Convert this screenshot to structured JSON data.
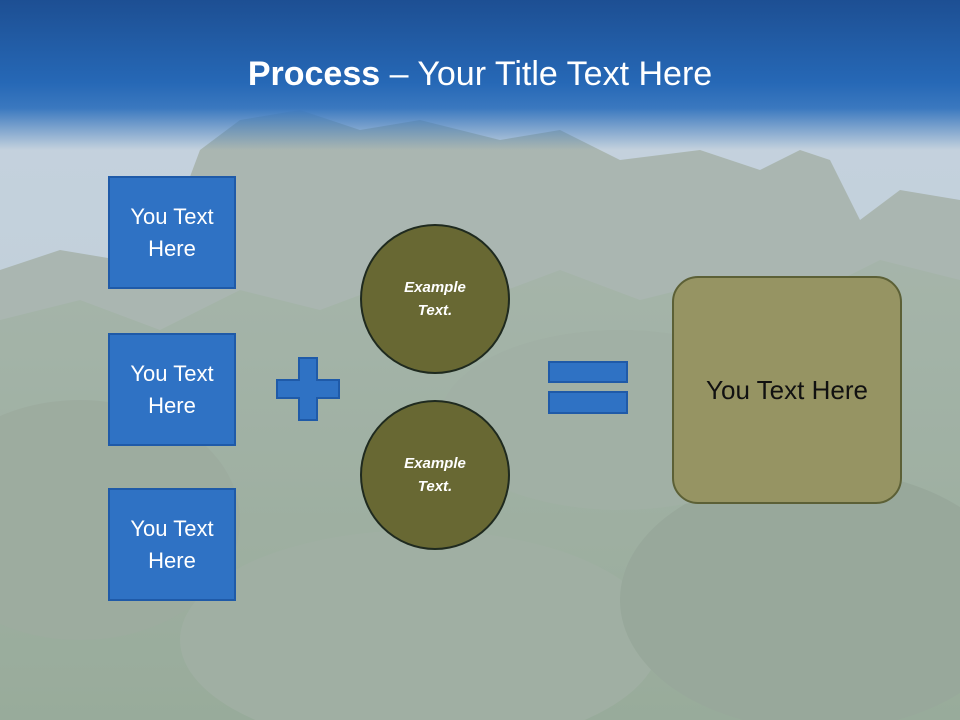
{
  "title": {
    "bold": "Process",
    "rest": " – Your Title Text Here"
  },
  "left_boxes": [
    {
      "label": "You Text Here"
    },
    {
      "label": "You Text Here"
    },
    {
      "label": "You Text Here"
    }
  ],
  "circles": [
    {
      "label": "Example Text."
    },
    {
      "label": "Example Text."
    }
  ],
  "result_box": {
    "label": "You Text Here"
  },
  "icons": {
    "plus": "plus-icon",
    "equals": "equals-icon"
  },
  "colors": {
    "title_bar": "#2668b6",
    "box_fill": "#2f72c4",
    "circle_fill": "#686833",
    "result_fill": "#969463",
    "symbol_fill": "#2f72c4"
  }
}
